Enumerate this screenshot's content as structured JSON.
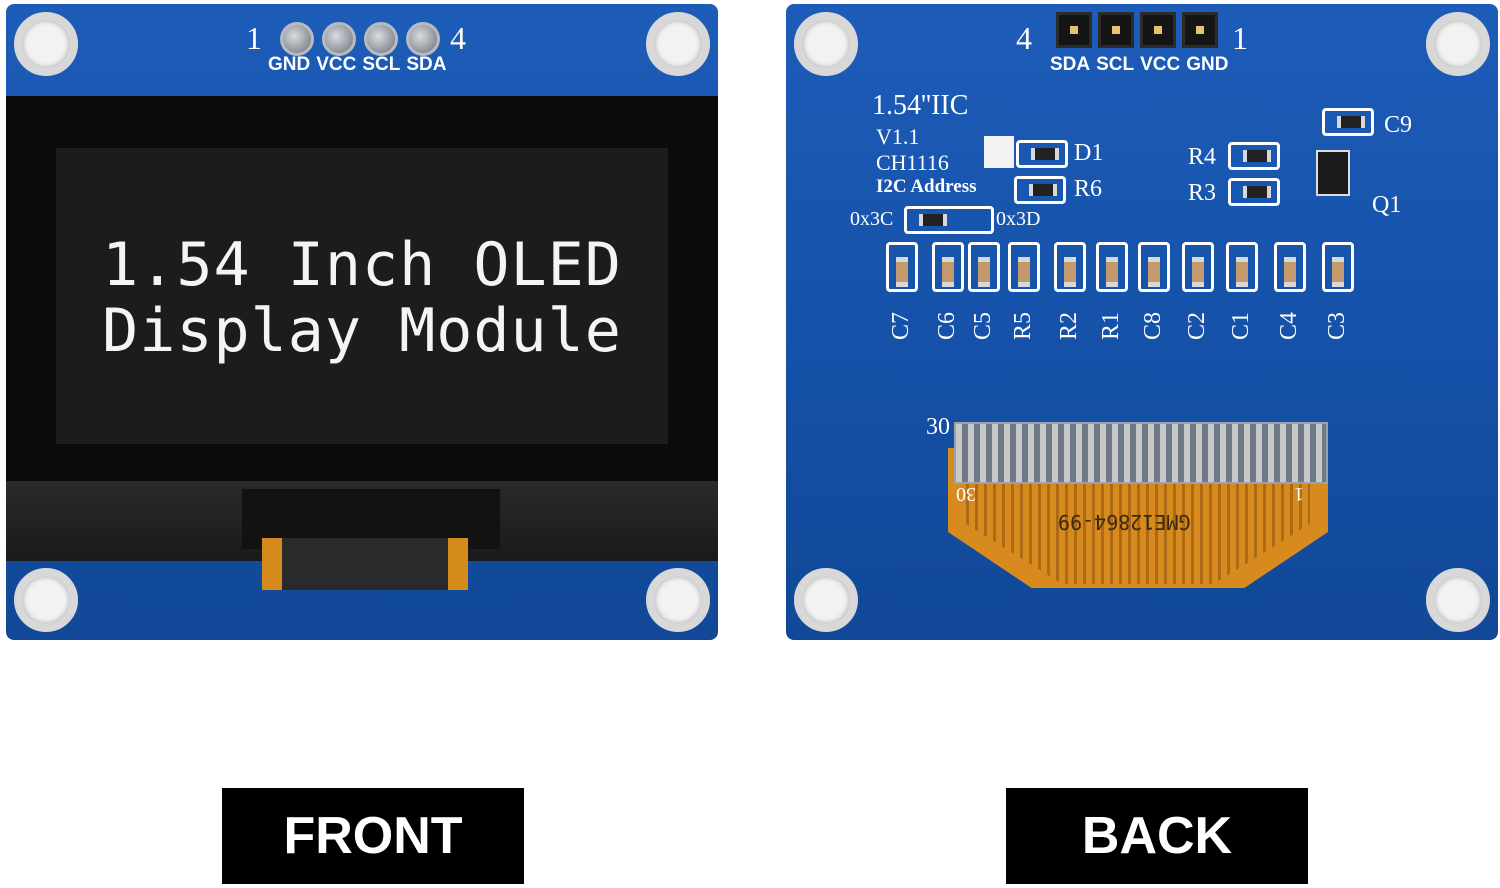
{
  "front": {
    "pin_numbers": {
      "left": "1",
      "right": "4"
    },
    "pin_labels": [
      "GND",
      "VCC",
      "SCL",
      "SDA"
    ],
    "screen_line1": "1.54 Inch OLED",
    "screen_line2": "Display Module"
  },
  "back": {
    "pin_numbers": {
      "left": "4",
      "right": "1"
    },
    "pin_labels": [
      "SDA",
      "SCL",
      "VCC",
      "GND"
    ],
    "silk_title": "1.54''IIC",
    "silk_version": "V1.1",
    "silk_chip": "CH1116",
    "silk_address": "I2C Address",
    "addr_left": "0x3C",
    "addr_right": "0x3D",
    "labels_top": {
      "d1": "D1",
      "r6": "R6",
      "r4": "R4",
      "r3": "R3",
      "c9": "C9",
      "q1": "Q1"
    },
    "component_row": [
      "C7",
      "C6",
      "C5",
      "R5",
      "R2",
      "R1",
      "C8",
      "C2",
      "C1",
      "C4",
      "C3"
    ],
    "connector_label_top": "30",
    "flex_pin_left": "30",
    "flex_pin_right": "1",
    "flex_part": "GME12864-99"
  },
  "captions": {
    "front": "FRONT",
    "back": "BACK"
  },
  "colors": {
    "pcb_blue": "#1d5cb8",
    "flex_orange": "#d78a1e",
    "caption_bg": "#000000"
  }
}
